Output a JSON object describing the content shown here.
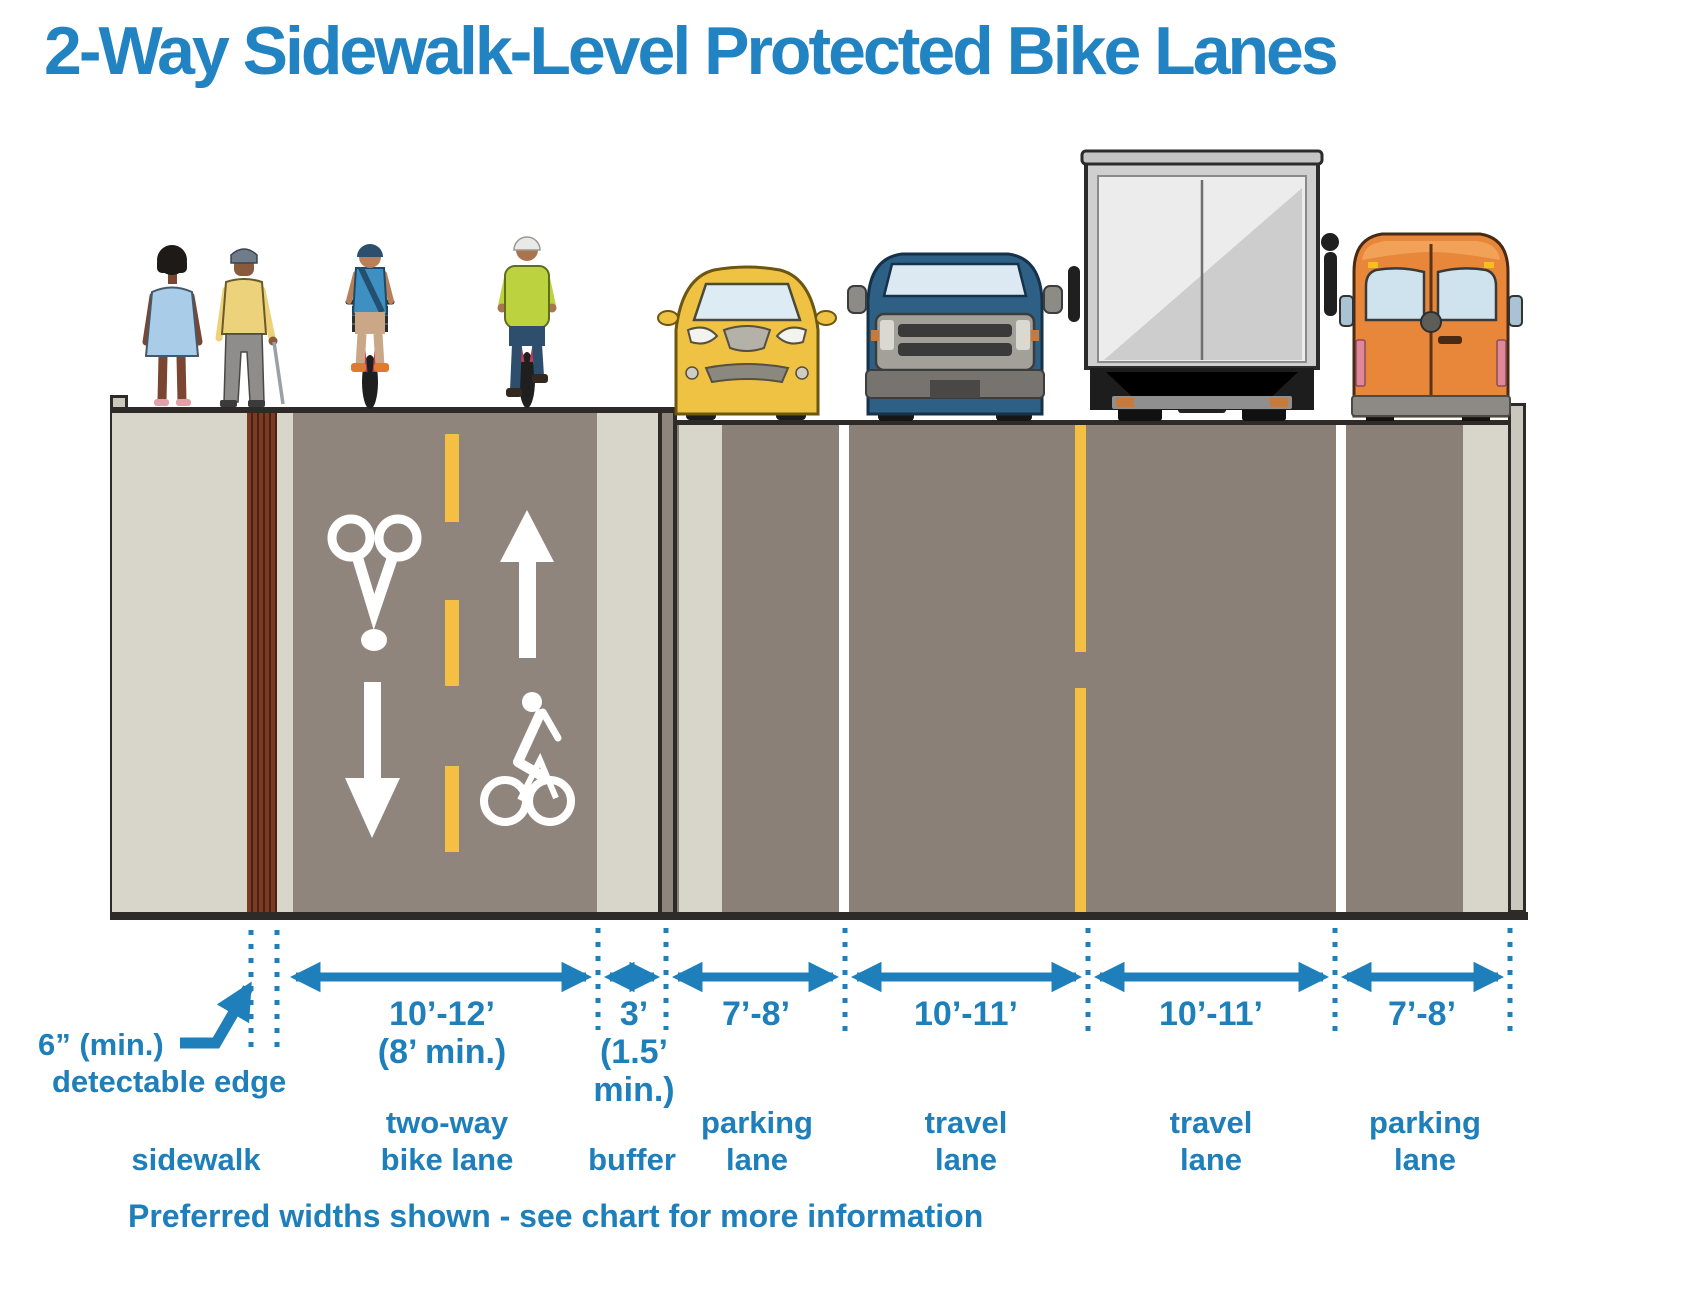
{
  "title": "2-Way Sidewalk-Level Protected Bike Lanes",
  "footer": "Preferred widths shown - see chart for more information",
  "callout": {
    "line1": "6” (min.)",
    "line2": "detectable edge"
  },
  "zones": [
    {
      "id": "sidewalk",
      "label1": "sidewalk"
    },
    {
      "id": "bike-lane",
      "label1": "two-way",
      "label2": "bike lane",
      "dim1": "10’-12’",
      "dim2": "(8’ min.)"
    },
    {
      "id": "buffer",
      "label1": "buffer",
      "dim1": "3’",
      "dim2": "(1.5’",
      "dim3": "min.)"
    },
    {
      "id": "parking-left",
      "label1": "parking",
      "label2": "lane",
      "dim1": "7’-8’"
    },
    {
      "id": "travel-left",
      "label1": "travel",
      "label2": "lane",
      "dim1": "10’-11’"
    },
    {
      "id": "travel-right",
      "label1": "travel",
      "label2": "lane",
      "dim1": "10’-11’"
    },
    {
      "id": "parking-right",
      "label1": "parking",
      "label2": "lane",
      "dim1": "7’-8’"
    }
  ],
  "scene": {
    "pedestrians": "two pedestrians walking on sidewalk",
    "bicyclists": "two bicyclists in two-way bike lane",
    "vehicles": [
      "yellow car parked",
      "blue pickup truck",
      "white box truck",
      "orange van parked"
    ]
  },
  "colors": {
    "accent_blue": "#1e7fba",
    "road_gray": "#8b8078",
    "bike_lane_gray": "#8f857d",
    "pavement_light": "#d8d5cb",
    "detectable_edge_brown": "#7b3b22",
    "lane_yellow": "#f3c044",
    "outline_dark": "#2d2a27"
  }
}
